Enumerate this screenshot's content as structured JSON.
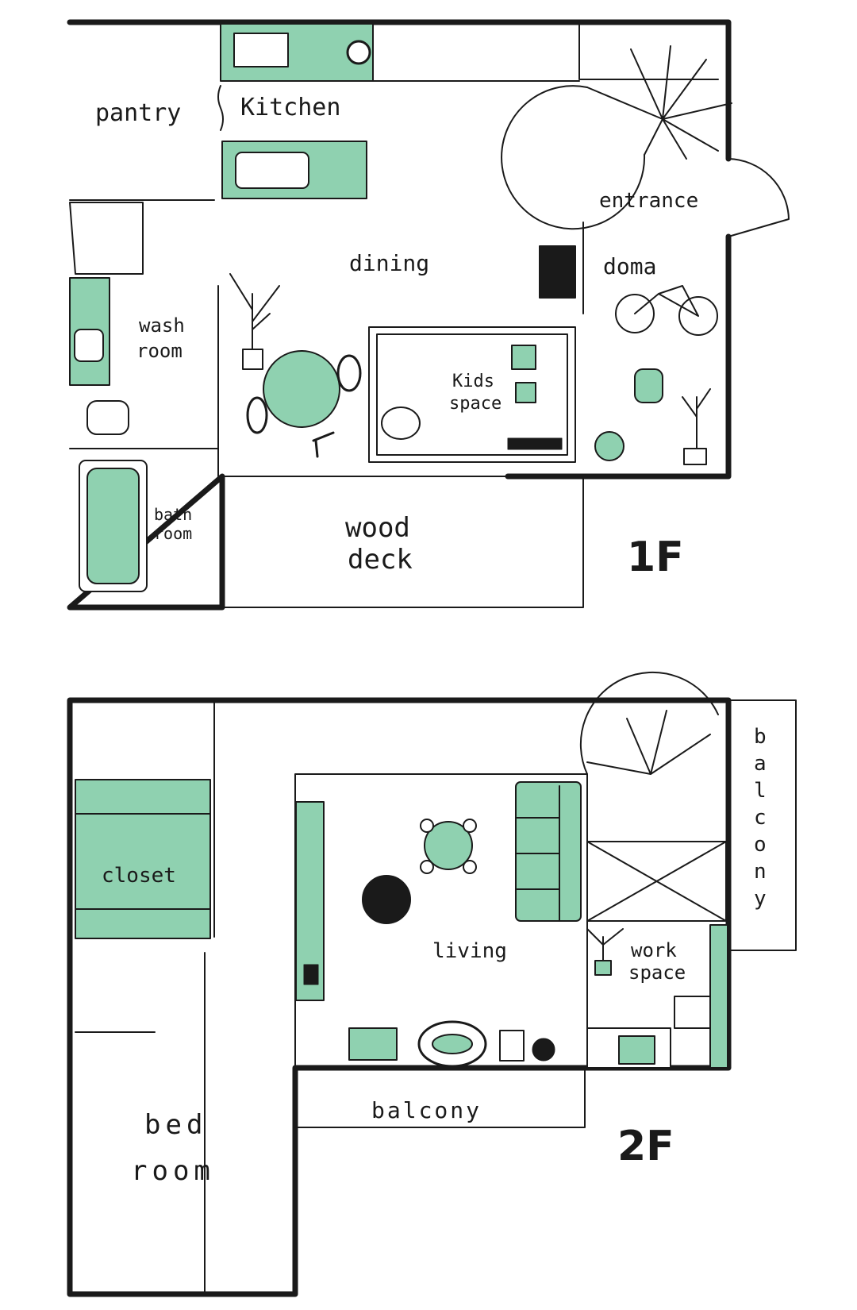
{
  "colors": {
    "accent": "#8fd1b0",
    "ink": "#1a1a1a",
    "paper": "#ffffff"
  },
  "floor1": {
    "floor_label": "1F",
    "rooms": {
      "pantry": "pantry",
      "kitchen": "Kitchen",
      "entrance": "entrance",
      "dining": "dining",
      "doma": "doma",
      "wash_room_1": "wash",
      "wash_room_2": "room",
      "kids_space_1": "Kids",
      "kids_space_2": "space",
      "bath_room_1": "bath",
      "bath_room_2": "room",
      "wood_deck_1": "wood",
      "wood_deck_2": "deck"
    }
  },
  "floor2": {
    "floor_label": "2F",
    "rooms": {
      "closet": "closet",
      "living": "living",
      "work_space_1": "work",
      "work_space_2": "space",
      "balcony_side": [
        "b",
        "a",
        "l",
        "c",
        "o",
        "n",
        "y"
      ],
      "balcony_bottom": "balcony",
      "bed_room_1": "bed",
      "bed_room_2": "room"
    }
  }
}
